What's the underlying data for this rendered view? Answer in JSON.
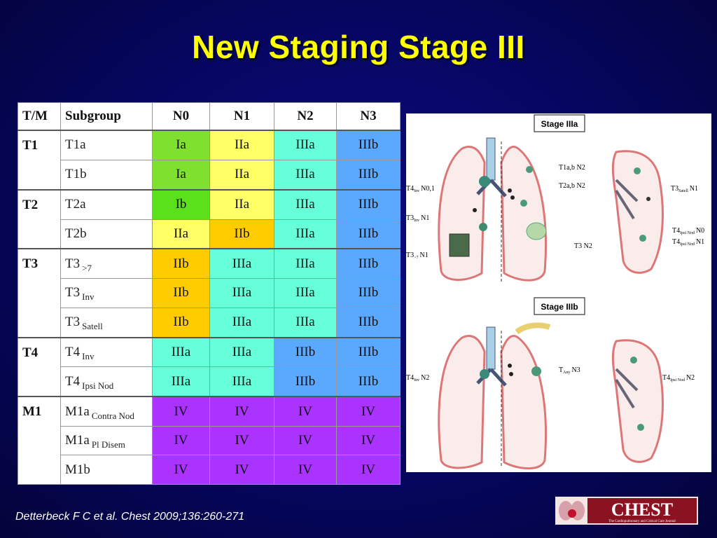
{
  "slide": {
    "title": "New Staging Stage III",
    "citation": "Detterbeck F C et al. Chest 2009;136:260-271"
  },
  "table": {
    "headers": [
      "T/M",
      "Subgroup",
      "N0",
      "N1",
      "N2",
      "N3"
    ],
    "groups": [
      {
        "tm": "T1",
        "rows": [
          {
            "sub": "T1a",
            "sub_small": "",
            "vals": [
              "Ia",
              "IIa",
              "IIIa",
              "IIIb"
            ]
          },
          {
            "sub": "T1b",
            "sub_small": "",
            "vals": [
              "Ia",
              "IIa",
              "IIIa",
              "IIIb"
            ]
          }
        ]
      },
      {
        "tm": "T2",
        "rows": [
          {
            "sub": "T2a",
            "sub_small": "",
            "vals": [
              "Ib",
              "IIa",
              "IIIa",
              "IIIb"
            ]
          },
          {
            "sub": "T2b",
            "sub_small": "",
            "vals": [
              "IIa",
              "IIb",
              "IIIa",
              "IIIb"
            ]
          }
        ]
      },
      {
        "tm": "T3",
        "rows": [
          {
            "sub": "T3",
            "sub_small": ">7",
            "vals": [
              "IIb",
              "IIIa",
              "IIIa",
              "IIIb"
            ]
          },
          {
            "sub": "T3",
            "sub_small": "Inv",
            "vals": [
              "IIb",
              "IIIa",
              "IIIa",
              "IIIb"
            ]
          },
          {
            "sub": "T3",
            "sub_small": "Satell",
            "vals": [
              "IIb",
              "IIIa",
              "IIIa",
              "IIIb"
            ]
          }
        ]
      },
      {
        "tm": "T4",
        "rows": [
          {
            "sub": "T4",
            "sub_small": "Inv",
            "vals": [
              "IIIa",
              "IIIa",
              "IIIb",
              "IIIb"
            ]
          },
          {
            "sub": "T4",
            "sub_small": "Ipsi Nod",
            "vals": [
              "IIIa",
              "IIIa",
              "IIIb",
              "IIIb"
            ]
          }
        ]
      },
      {
        "tm": "M1",
        "rows": [
          {
            "sub": "M1a",
            "sub_small": "Contra Nod",
            "vals": [
              "IV",
              "IV",
              "IV",
              "IV"
            ]
          },
          {
            "sub": "M1a",
            "sub_small": "Pl Disem",
            "vals": [
              "IV",
              "IV",
              "IV",
              "IV"
            ]
          },
          {
            "sub": "M1b",
            "sub_small": "",
            "vals": [
              "IV",
              "IV",
              "IV",
              "IV"
            ]
          }
        ]
      }
    ],
    "stage_colors": {
      "Ia": "#80e030",
      "Ib": "#5be01c",
      "IIa": "#ffff66",
      "IIb": "#ffcc00",
      "IIIa": "#66ffd9",
      "IIIb": "#5aa8ff",
      "IV": "#aa33ff"
    }
  },
  "figure": {
    "panel_a": {
      "label": "Stage IIIa",
      "annotations": [
        {
          "main": "T1a,b N2",
          "sub": ""
        },
        {
          "main": "T2a,b N2",
          "sub": ""
        },
        {
          "main": "T3 N1",
          "sub": "Satell",
          "pre": "T3",
          "post": "N1"
        },
        {
          "pre": "T4",
          "sub": "Inv",
          "post": "N0,1"
        },
        {
          "pre": "T3",
          "sub": "Inv",
          "post": "N1"
        },
        {
          "pre": "T4",
          "sub": "Ipsi Nod",
          "post": "N0"
        },
        {
          "pre": "T4",
          "sub": "Ipsi Nod",
          "post": "N1"
        },
        {
          "pre": "T3 N2",
          "sub": "",
          "post": ""
        },
        {
          "pre": "T3",
          "sub": ">7",
          "post": "N1"
        }
      ]
    },
    "panel_b": {
      "label": "Stage IIIb",
      "annotations": [
        {
          "pre": "T4",
          "sub": "Inv",
          "post": "N2"
        },
        {
          "pre": "T",
          "sub": "Any",
          "post": "N3"
        },
        {
          "pre": "T4",
          "sub": "Ipsi Nod",
          "post": "N2"
        }
      ]
    }
  },
  "logo": {
    "text": "CHEST",
    "tagline": "The Cardiopulmonary and Critical Care Journal"
  }
}
